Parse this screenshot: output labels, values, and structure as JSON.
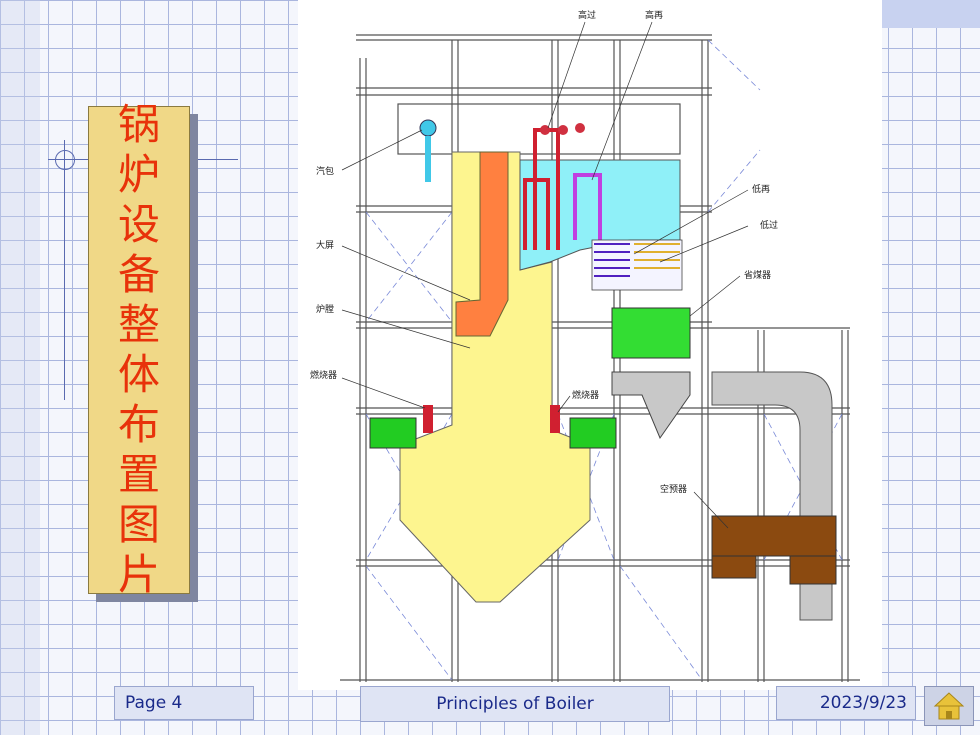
{
  "slide": {
    "title_chars": [
      "锅",
      "炉",
      "设",
      "备",
      "整",
      "体",
      "布",
      "置",
      "图",
      "片"
    ]
  },
  "diagram_labels": {
    "high_superheater": "高过",
    "high_reheater": "高再",
    "drum": "汽包",
    "division_panel": "大屏",
    "furnace": "炉膛",
    "burner_left": "燃烧器",
    "burner_right": "燃烧器",
    "low_reheater": "低再",
    "low_superheater": "低过",
    "economizer": "省煤器",
    "air_preheater": "空预器"
  },
  "footer": {
    "page": "Page 4",
    "course": "Principles of Boiler",
    "date": "2023/9/23"
  },
  "icons": {
    "home": "home-icon"
  },
  "colors": {
    "title_text": "#e8320a",
    "title_card": "#f0d887",
    "furnace_fill": "#fdf58f",
    "panel_fill": "#ff8040",
    "backpass_fill": "#8ff0f8",
    "economizer_fill": "#33dd33",
    "air_preheater_fill": "#8b4a10"
  }
}
